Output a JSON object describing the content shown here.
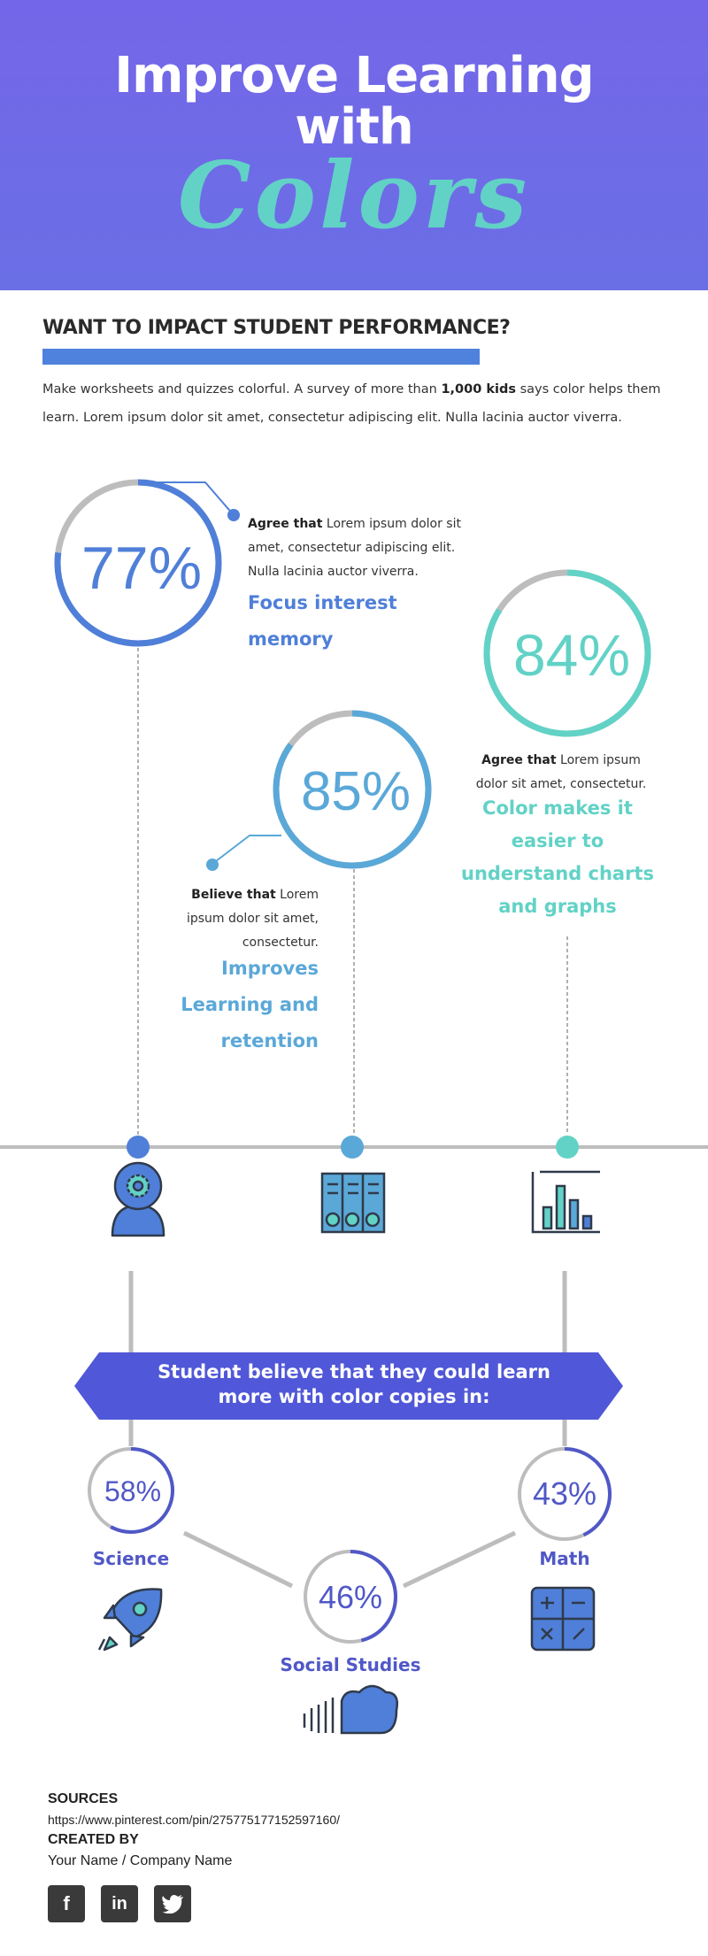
{
  "header": {
    "title_line1": "Improve Learning",
    "title_line2": "with",
    "title_script": "Colors",
    "bg_color": "#7466e8",
    "script_color": "#62d2c6"
  },
  "intro": {
    "heading": "WANT TO IMPACT STUDENT PERFORMANCE?",
    "text_before": "Make worksheets and quizzes colorful. A survey of more than ",
    "text_bold": "1,000 kids",
    "text_after": " says color helps them learn. Lorem ipsum dolor sit amet, consectetur adipiscing elit. Nulla lacinia auctor viverra."
  },
  "stats": [
    {
      "percent": "77%",
      "value": 77,
      "color": "#4f7fd8",
      "desc_bold": "Agree that",
      "desc": " Lorem ipsum dolor sit amet, consectetur adipiscing elit. Nulla lacinia auctor viverra.",
      "claim": "Focus interest memory",
      "icon": "head-gear-icon"
    },
    {
      "percent": "85%",
      "value": 85,
      "color": "#5aa8d8",
      "desc_bold": "Believe that",
      "desc": " Lorem ipsum dolor sit amet, consectetur.",
      "claim": "Improves Learning and retention",
      "icon": "binders-icon"
    },
    {
      "percent": "84%",
      "value": 84,
      "color": "#62d2c6",
      "desc_bold": "Agree that",
      "desc": " Lorem ipsum dolor sit amet, consectetur.",
      "claim": "Color makes it easier to understand charts and graphs",
      "icon": "bar-chart-icon"
    }
  ],
  "banner": {
    "text": "Student believe that they could learn more with color copies in:",
    "color": "#5057d8"
  },
  "subjects": [
    {
      "name": "Science",
      "percent": "58%",
      "value": 58,
      "icon": "rocket-icon"
    },
    {
      "name": "Social Studies",
      "percent": "46%",
      "value": 46,
      "icon": "cloud-sound-icon"
    },
    {
      "name": "Math",
      "percent": "43%",
      "value": 43,
      "icon": "calculator-icon"
    }
  ],
  "footer": {
    "sources_label": "SOURCES",
    "source_url": "https://www.pinterest.com/pin/275775177152597160/",
    "created_label": "CREATED BY",
    "created_name": "Your Name / Company Name",
    "social": [
      {
        "label": "f",
        "icon": "facebook-icon"
      },
      {
        "label": "in",
        "icon": "linkedin-icon"
      },
      {
        "label": "t",
        "icon": "twitter-icon"
      }
    ]
  },
  "colors": {
    "grey": "#bdbdbd",
    "subject_accent": "#5058c7"
  }
}
